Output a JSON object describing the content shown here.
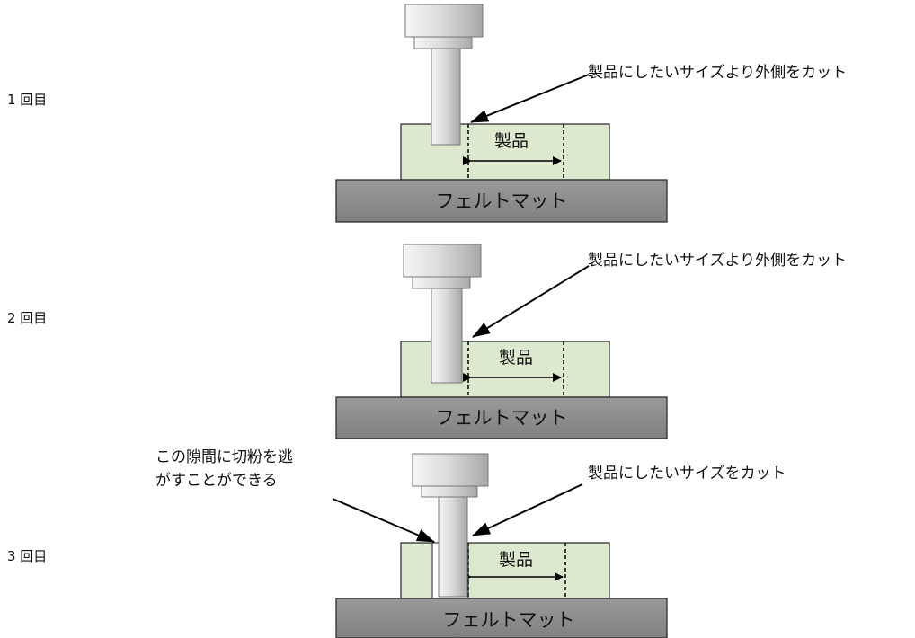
{
  "steps": [
    {
      "step_label": "1 回目",
      "mat_label": "フェルトマット",
      "product_label": "製品",
      "callout": "製品にしたいサイズより外側をカット"
    },
    {
      "step_label": "2 回目",
      "mat_label": "フェルトマット",
      "product_label": "製品",
      "callout": "製品にしたいサイズより外側をカット"
    },
    {
      "step_label": "3 回目",
      "mat_label": "フェルトマット",
      "product_label": "製品",
      "callout": "製品にしたいサイズをカット"
    }
  ],
  "gap_note": {
    "line1": "この隙間に切粉を逃",
    "line2": "がすことができる"
  },
  "colors": {
    "workpiece_fill": "#dde9cf",
    "mat_fill": "#8c8c8c",
    "tool_light": "#f4f4f4",
    "tool_dark": "#b4b4b4",
    "outline": "#222222"
  }
}
